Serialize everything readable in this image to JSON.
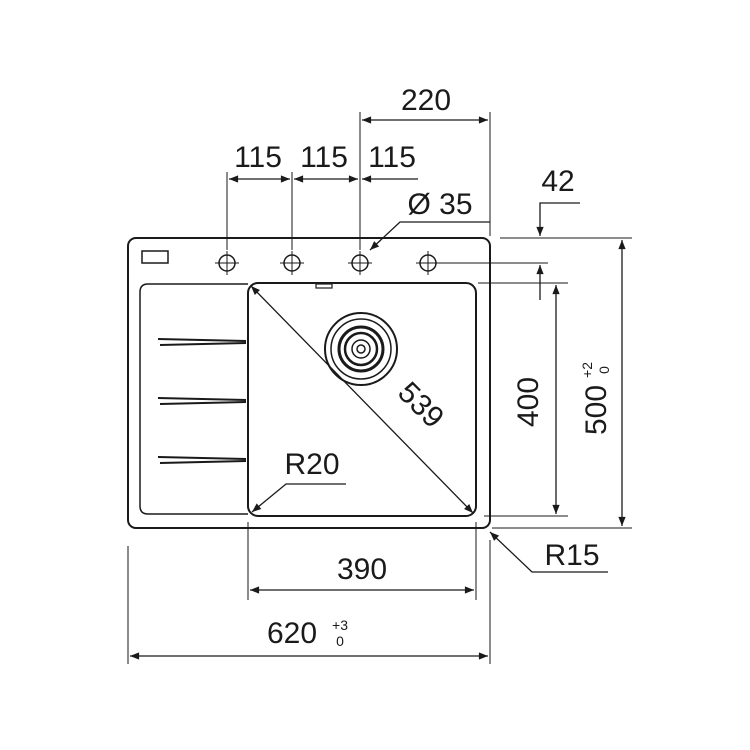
{
  "dimensions": {
    "tap_spacing_1": "115",
    "tap_spacing_2": "115",
    "tap_spacing_3": "115",
    "tap_offset": "220",
    "hole_diameter": "Ø 35",
    "top_margin": "42",
    "bowl_depth": "400",
    "overall_depth": "500",
    "overall_depth_tolerance_upper": "+2",
    "overall_depth_tolerance_lower": "0",
    "bowl_diagonal": "539",
    "bowl_corner_radius": "R20",
    "bowl_width": "390",
    "overall_width": "620",
    "overall_width_tolerance_upper": "+3",
    "overall_width_tolerance_lower": "0",
    "outer_corner_radius": "R15"
  },
  "colors": {
    "line": "#1a1a1a",
    "background": "#ffffff"
  }
}
